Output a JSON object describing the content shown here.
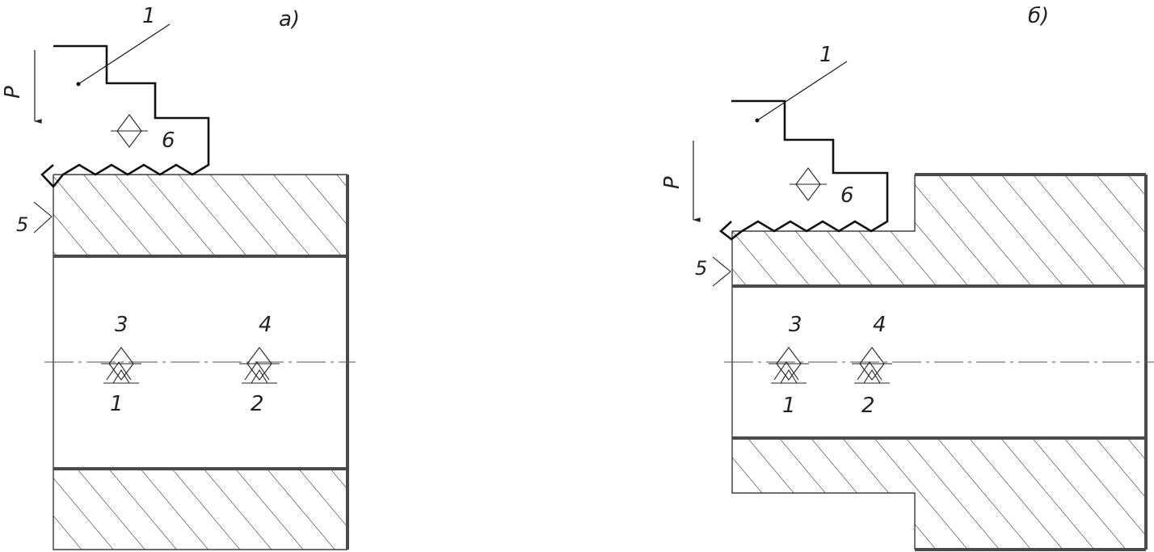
{
  "figures": [
    {
      "id": "a",
      "caption": "а)",
      "tool_label": "1",
      "force_label": "P",
      "surface_label": "5",
      "tool_support_label": "6",
      "top_support_labels": [
        "3",
        "4"
      ],
      "bottom_support_labels": [
        "1",
        "2"
      ]
    },
    {
      "id": "b",
      "caption": "б)",
      "tool_label": "1",
      "force_label": "P",
      "surface_label": "5",
      "tool_support_label": "6",
      "top_support_labels": [
        "3",
        "4"
      ],
      "bottom_support_labels": [
        "1",
        "2"
      ]
    }
  ],
  "colors": {
    "outline": "#1a1a1a",
    "thick_edge": "#4a4a4a",
    "background": "#ffffff"
  }
}
